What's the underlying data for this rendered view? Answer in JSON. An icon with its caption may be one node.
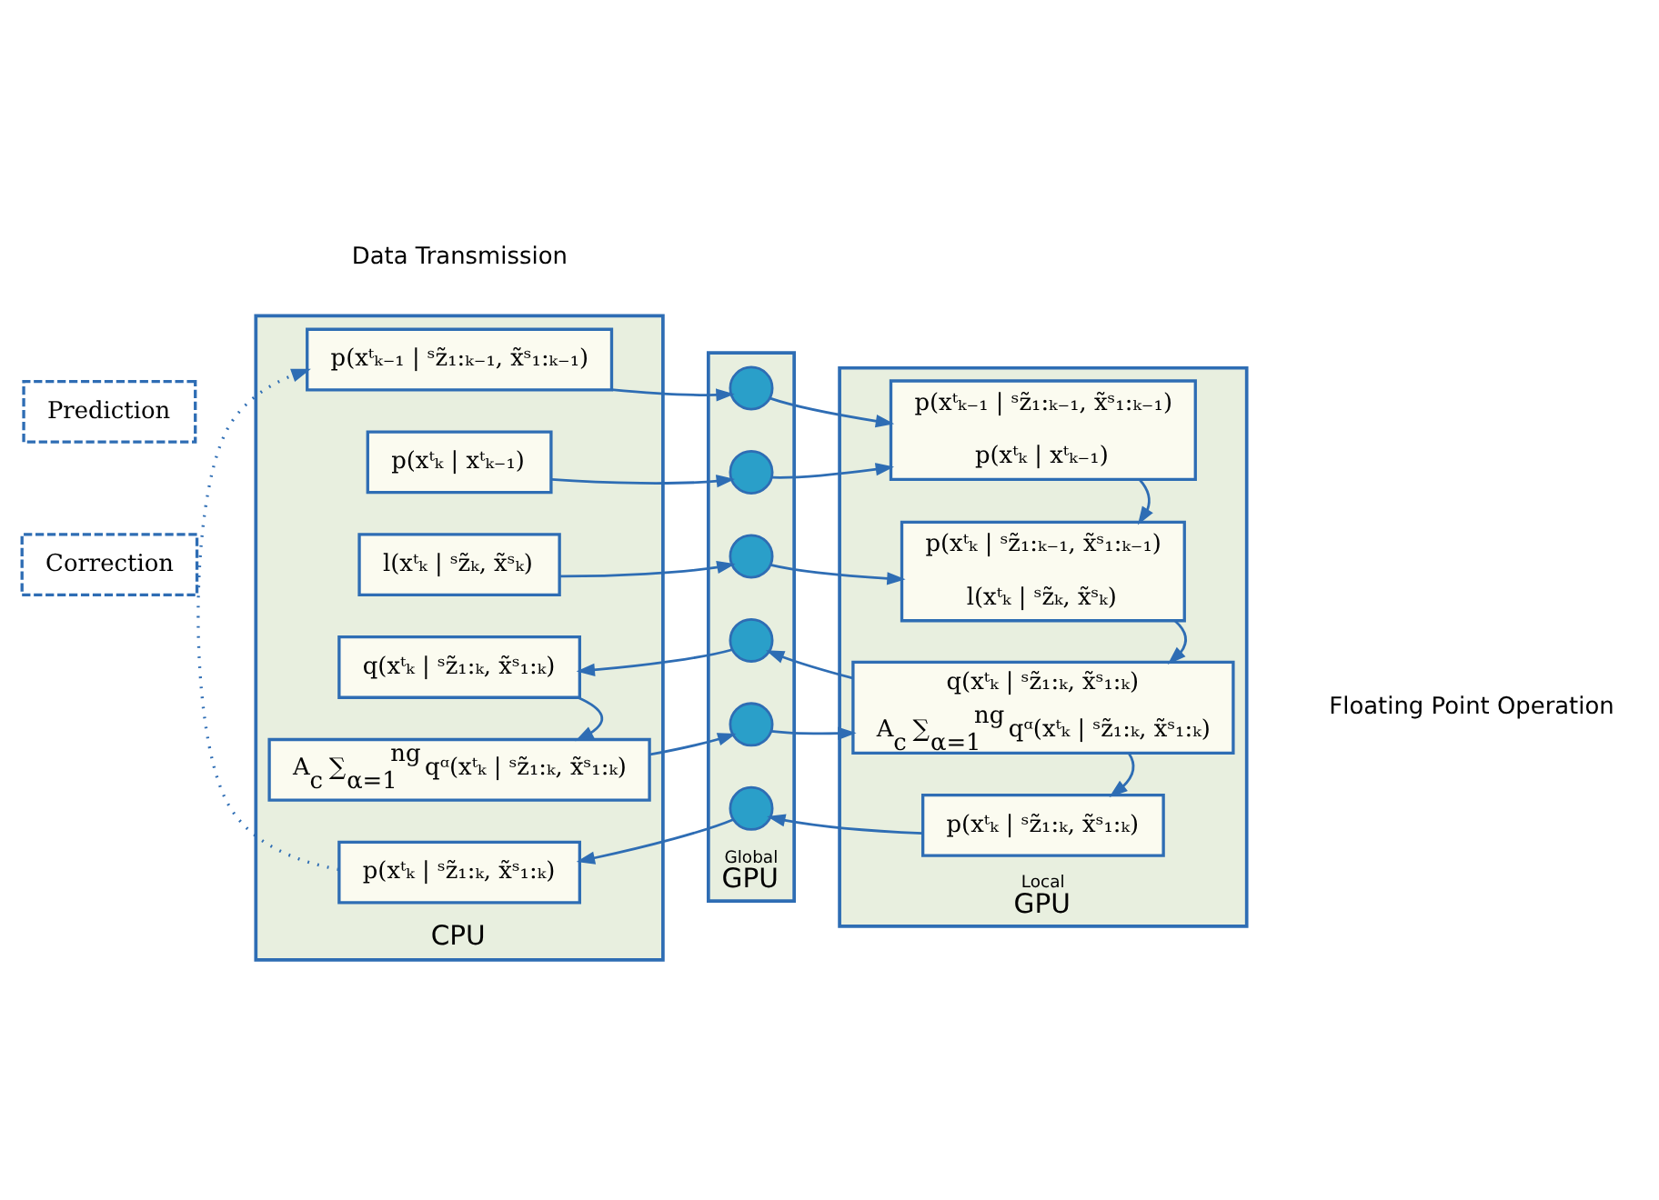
{
  "diagram": {
    "nodes": [
      {
        "text": [
          "CPU"
        ]
      },
      {
        "text": [
          "Global",
          "GPU"
        ]
      },
      {
        "text": [
          "Local",
          "GPU"
        ]
      },
      {
        "text": [
          "p(xᵗₖ₋₁ | ˢz̃₁:ₖ₋₁, x̃ˢ₁:ₖ₋₁)"
        ],
        "in": 0
      },
      {
        "text": [
          "p(xᵗₖ | xᵗₖ₋₁)"
        ],
        "in": 0
      },
      {
        "text": [
          "l(xᵗₖ | ˢz̃ₖ, x̃ˢₖ)"
        ],
        "in": 0
      },
      {
        "text": [
          "q(xᵗₖ | ˢz̃₁:ₖ, x̃ˢ₁:ₖ)"
        ],
        "in": 0
      },
      {
        "text": [
          "A$_{c}$ ∑$_{α=1}$$^{ng}$ qᵅ(xᵗₖ | ˢz̃₁:ₖ, x̃ˢ₁:ₖ)"
        ],
        "in": 0
      },
      {
        "text": [
          "p(xᵗₖ | ˢz̃₁:ₖ, x̃ˢ₁:ₖ)"
        ],
        "in": 0
      },
      {
        "text": [],
        "shape": "circle",
        "in": 1
      },
      {
        "text": [],
        "shape": "circle",
        "in": 1
      },
      {
        "text": [],
        "shape": "circle",
        "in": 1
      },
      {
        "text": [],
        "shape": "circle",
        "in": 1
      },
      {
        "text": [],
        "shape": "circle",
        "in": 1
      },
      {
        "text": [],
        "shape": "circle",
        "in": 1
      },
      {
        "text": [
          "p(xᵗₖ₋₁ | ˢz̃₁:ₖ₋₁, x̃ˢ₁:ₖ₋₁)",
          "p(xᵗₖ | xᵗₖ₋₁)"
        ],
        "in": 2
      },
      {
        "text": [
          "p(xᵗₖ | ˢz̃₁:ₖ₋₁, x̃ˢ₁:ₖ₋₁)",
          "l(xᵗₖ | ˢz̃ₖ, x̃ˢₖ)"
        ],
        "in": 2
      },
      {
        "text": [
          "q(xᵗₖ | ˢz̃₁:ₖ, x̃ˢ₁:ₖ)",
          "A$_{c}$ ∑$_{α=1}$$^{ng}$ qᵅ(xᵗₖ | ˢz̃₁:ₖ, x̃ˢ₁:ₖ)"
        ],
        "in": 2
      },
      {
        "text": [
          "p(xᵗₖ | ˢz̃₁:ₖ, x̃ˢ₁:ₖ)"
        ],
        "in": 2
      },
      {
        "text": [
          "Prediction"
        ]
      },
      {
        "text": [
          "Correction"
        ]
      }
    ],
    "edges": [
      {
        "from": 3,
        "to": 9,
        "arrow": "to"
      },
      {
        "from": 9,
        "to": 15,
        "arrow": "to"
      },
      {
        "from": 4,
        "to": 10,
        "arrow": "to"
      },
      {
        "from": 10,
        "to": 15,
        "arrow": "to"
      },
      {
        "from": 5,
        "to": 11,
        "arrow": "to"
      },
      {
        "from": 11,
        "to": 16,
        "arrow": "to"
      },
      {
        "from": 17,
        "to": 12,
        "arrow": "to"
      },
      {
        "from": 12,
        "to": 6,
        "arrow": "to"
      },
      {
        "from": 6,
        "to": 7,
        "arrow": "to"
      },
      {
        "from": 7,
        "to": 13,
        "arrow": "to"
      },
      {
        "from": 13,
        "to": 17,
        "arrow": "to"
      },
      {
        "from": 18,
        "to": 14,
        "arrow": "to"
      },
      {
        "from": 14,
        "to": 8,
        "arrow": "to"
      },
      {
        "from": 15,
        "to": 16,
        "arrow": "to"
      },
      {
        "from": 16,
        "to": 17,
        "arrow": "to"
      },
      {
        "from": 17,
        "to": 18,
        "arrow": "to"
      },
      {
        "from": 8,
        "to": 3,
        "arrow": "to",
        "style": "dashed"
      }
    ],
    "labels": [
      "Data Transmission",
      "Floating Point Operation"
    ]
  }
}
